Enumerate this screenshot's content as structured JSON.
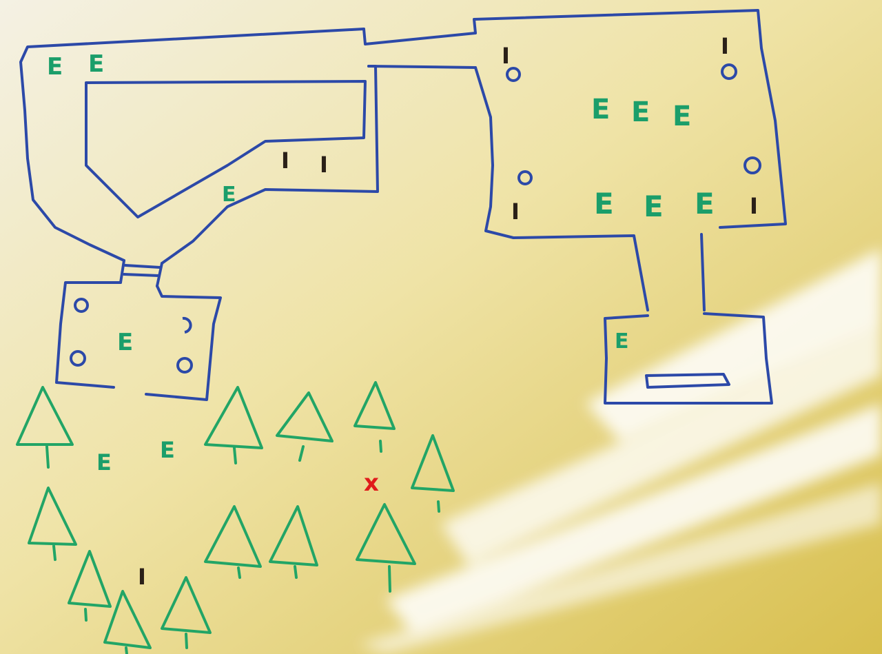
{
  "labels": {
    "enemy": "E",
    "item": "I",
    "marker": "x"
  },
  "colors": {
    "board_light": "#f3edd6",
    "board_mid": "#eadf9a",
    "board_warm": "#d9c24a",
    "wall": "#2c49a8",
    "enemy": "#1b9e6a",
    "item": "#2a2018",
    "tree": "#22a566",
    "marker": "#e01b1b",
    "glare": "#ffffff"
  }
}
